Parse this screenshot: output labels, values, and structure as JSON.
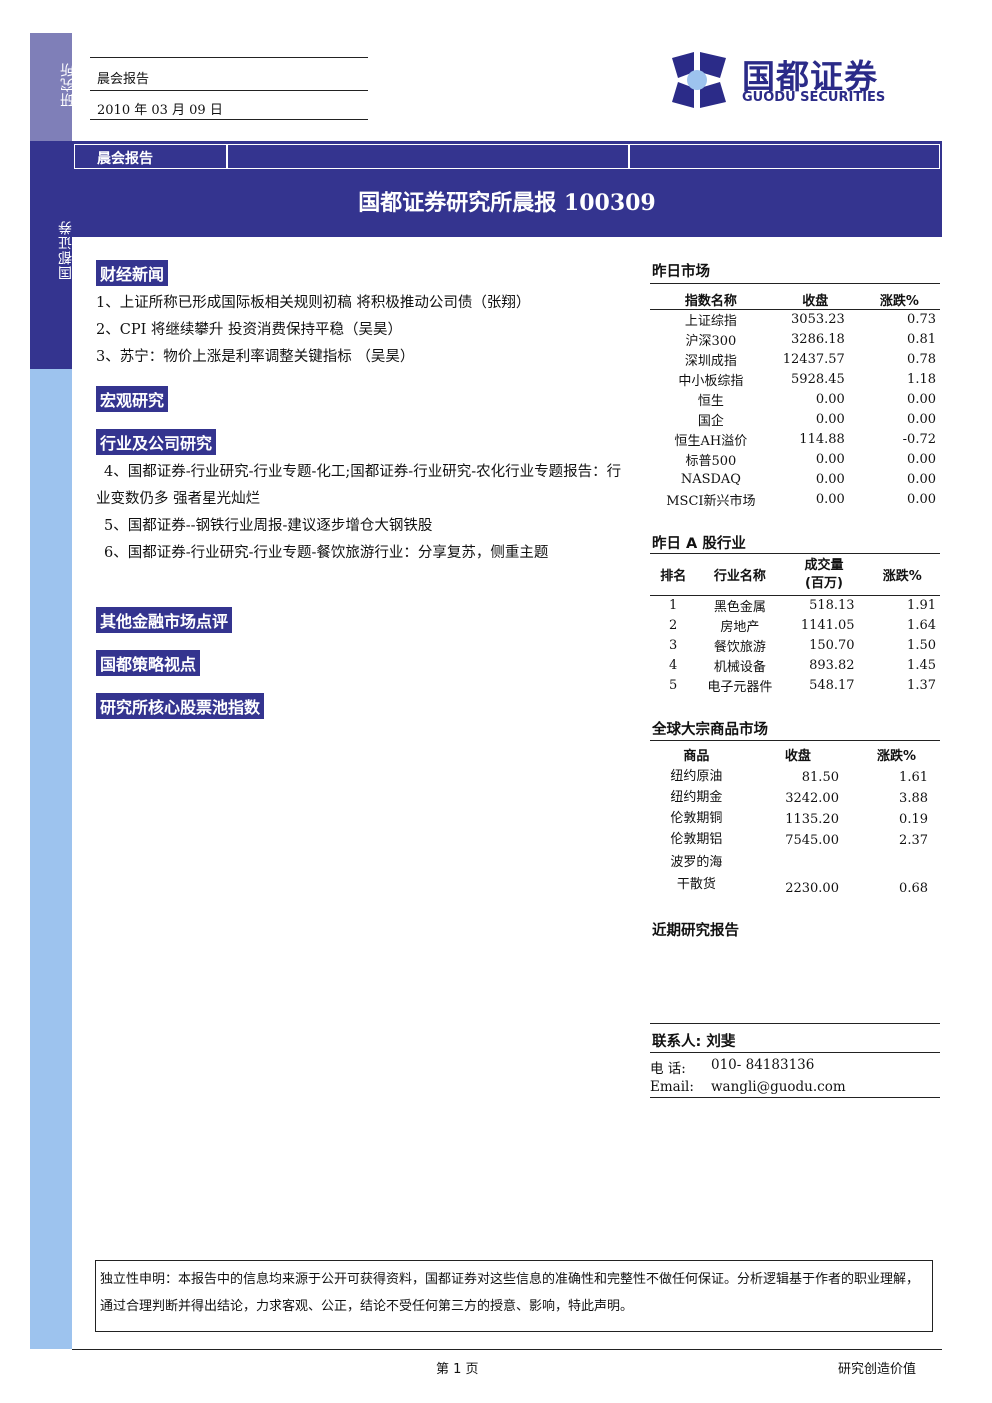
{
  "sidebar": {
    "top_label": "研究所",
    "mid_label": "国都证券"
  },
  "header": {
    "report_type": "晨会报告",
    "date": "2010 年 03 月 09 日"
  },
  "logo": {
    "cn": "国都证券",
    "en": "GUODU SECURITIES"
  },
  "band": {
    "tab_label": "晨会报告",
    "title": "国都证券研究所晨报 100309"
  },
  "sections": {
    "finance_news": {
      "heading": "财经新闻",
      "items": [
        "1、上证所称已形成国际板相关规则初稿 将积极推动公司债（张翔）",
        "2、CPI 将继续攀升 投资消费保持平稳（吴昊）",
        "3、苏宁：物价上涨是利率调整关键指标 （吴昊）"
      ]
    },
    "macro": {
      "heading": "宏观研究"
    },
    "industry": {
      "heading": "行业及公司研究",
      "items": [
        "4、国都证券-行业研究-行业专题-化工;国都证券-行业研究-农化行业专题报告：行业变数仍多 强者星光灿烂",
        "5、国都证券--钢铁行业周报-建议逐步增仓大钢铁股",
        "6、国都证券-行业研究-行业专题-餐饮旅游行业：分享复苏，侧重主题"
      ]
    },
    "other_markets": {
      "heading": "其他金融市场点评"
    },
    "strategy": {
      "heading": "国都策略视点"
    },
    "stock_pool": {
      "heading": "研究所核心股票池指数"
    }
  },
  "market": {
    "heading": "昨日市场",
    "columns": [
      "指数名称",
      "收盘",
      "涨跌%"
    ],
    "rows": [
      [
        "上证综指",
        "3053.23",
        "0.73"
      ],
      [
        "沪深300",
        "3286.18",
        "0.81"
      ],
      [
        "深圳成指",
        "12437.57",
        "0.78"
      ],
      [
        "中小板综指",
        "5928.45",
        "1.18"
      ],
      [
        "恒生",
        "0.00",
        "0.00"
      ],
      [
        "国企",
        "0.00",
        "0.00"
      ],
      [
        "恒生AH溢价",
        "114.88",
        "-0.72"
      ],
      [
        "标普500",
        "0.00",
        "0.00"
      ],
      [
        "NASDAQ",
        "0.00",
        "0.00"
      ],
      [
        "MSCI新兴市场",
        "0.00",
        "0.00"
      ]
    ]
  },
  "a_share": {
    "heading": "昨日 A 股行业",
    "columns": [
      "排名",
      "行业名称",
      "成交量",
      "(百万)",
      "涨跌%"
    ],
    "rows": [
      [
        "1",
        "黑色金属",
        "518.13",
        "1.91"
      ],
      [
        "2",
        "房地产",
        "1141.05",
        "1.64"
      ],
      [
        "3",
        "餐饮旅游",
        "150.70",
        "1.50"
      ],
      [
        "4",
        "机械设备",
        "893.82",
        "1.45"
      ],
      [
        "5",
        "电子元器件",
        "548.17",
        "1.37"
      ]
    ]
  },
  "commodities": {
    "heading": "全球大宗商品市场",
    "columns": [
      "商品",
      "收盘",
      "涨跌%"
    ],
    "rows": [
      [
        "纽约原油",
        "",
        "81.50",
        "1.61"
      ],
      [
        "纽约期金",
        "",
        "3242.00",
        "3.88"
      ],
      [
        "伦敦期铜",
        "",
        "1135.20",
        "0.19"
      ],
      [
        "伦敦期铝",
        "",
        "7545.00",
        "2.37"
      ],
      [
        "波罗的海",
        "干散货",
        "2230.00",
        "0.68"
      ]
    ]
  },
  "recent_reports": {
    "heading": "近期研究报告"
  },
  "contact": {
    "heading": "联系人: 刘斐",
    "phone_label": "电 话:",
    "phone": "010- 84183136",
    "email_label": "Email:",
    "email": "wangli@guodu.com"
  },
  "disclaimer": "独立性申明：本报告中的信息均来源于公开可获得资料，国都证券对这些信息的准确性和完整性不做任何保证。分析逻辑基于作者的职业理解，通过合理判断并得出结论，力求客观、公正，结论不受任何第三方的授意、影响，特此声明。",
  "footer": {
    "page": "第 1 页",
    "slogan": "研究创造价值"
  },
  "colors": {
    "brand_navy": "#34348f",
    "side_light": "#9dc3ee",
    "side_top": "#7f7fb8"
  }
}
